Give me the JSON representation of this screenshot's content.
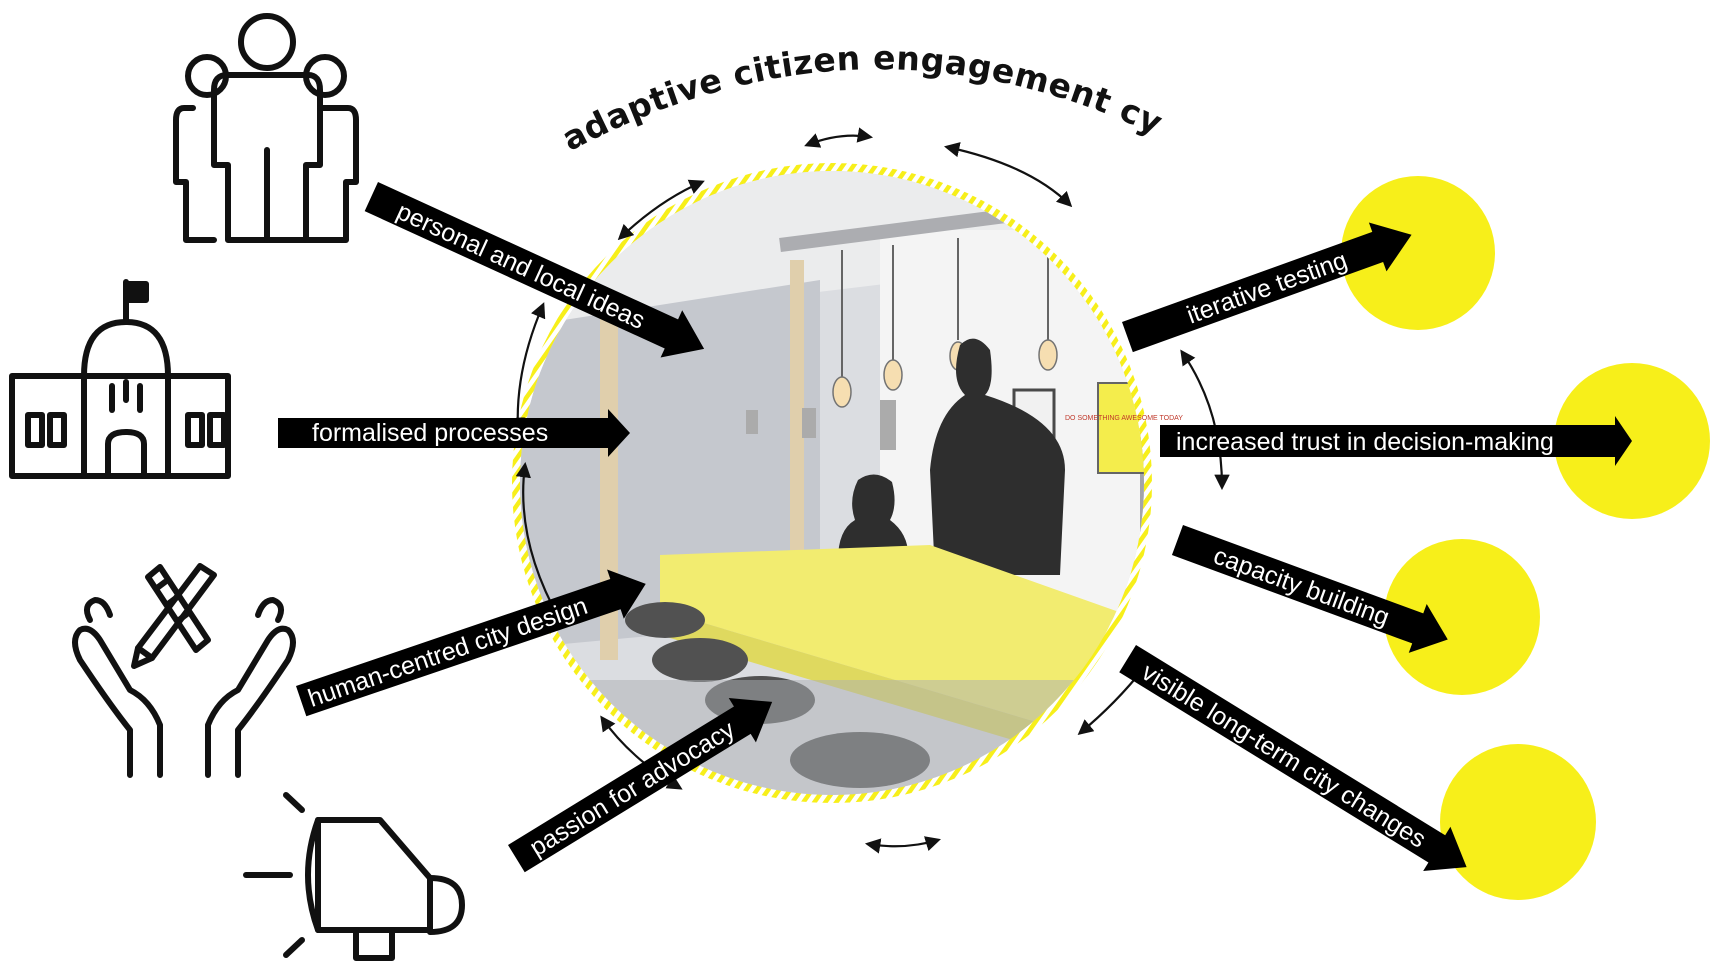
{
  "diagram": {
    "title": "an adaptive citizen engagement cycle",
    "colors": {
      "accent_yellow": "#f7ef1a",
      "arrow_black": "#000000",
      "photo_wall": "#c9cbd0",
      "photo_table": "#eee84a"
    },
    "inputs": [
      {
        "icon": "people-group-icon",
        "label": "personal and local ideas"
      },
      {
        "icon": "government-building-icon",
        "label": "formalised processes"
      },
      {
        "icon": "hands-with-design-tools-icon",
        "label": "human-centred city design"
      },
      {
        "icon": "megaphone-icon",
        "label": "passion for advocacy"
      }
    ],
    "center_photo": {
      "icon": "makerspace-room-photo",
      "poster_text": "DO SOMETHING AWESOME TODAY"
    },
    "outputs": [
      {
        "label": "iterative testing"
      },
      {
        "label": "increased trust in decision-making"
      },
      {
        "label": "capacity building"
      },
      {
        "label": "visible long-term city changes"
      }
    ]
  }
}
